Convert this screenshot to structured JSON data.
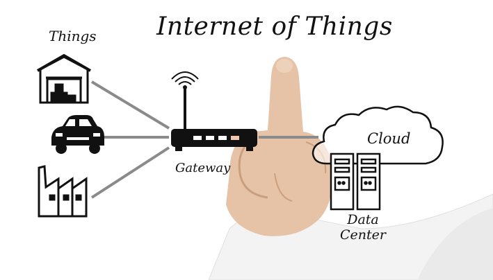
{
  "diagram": {
    "title": "Internet of Things",
    "things_label": "Things",
    "gateway_label": "Gateway",
    "cloud_label": "Cloud",
    "datacenter_label_line1": "Data",
    "datacenter_label_line2": "Center"
  },
  "icons": [
    "warehouse-icon",
    "car-icon",
    "factory-icon",
    "router-icon",
    "cloud-icon",
    "server-rack-icon",
    "hand-image"
  ],
  "colors": {
    "ink": "#111111",
    "connector": "#8a8a8a",
    "skin": "#e6c3a6",
    "sleeve": "#f2f2f2"
  }
}
